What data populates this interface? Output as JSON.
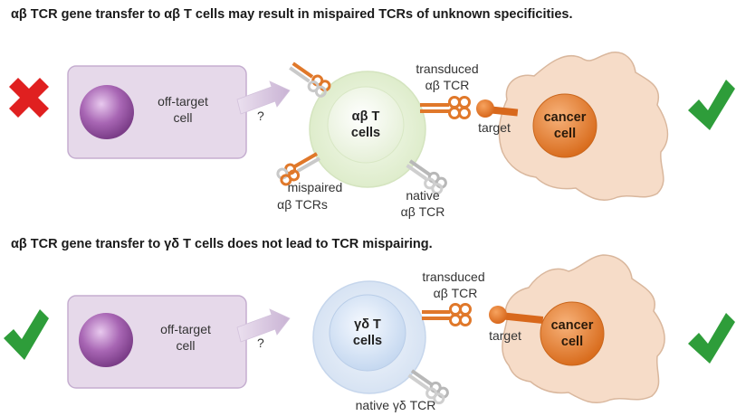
{
  "panel_top": {
    "title": "αβ TCR gene transfer to αβ T cells may result in mispaired TCRs of unknown specificities.",
    "status_icon": "red-x-icon",
    "off_target_line1": "off-target",
    "off_target_line2": "cell",
    "question": "?",
    "t_cell_line1": "αβ T",
    "t_cell_line2": "cells",
    "transduced_line1": "transduced",
    "transduced_line2": "αβ TCR",
    "target": "target",
    "cancer_line1": "cancer",
    "cancer_line2": "cell",
    "mispaired_line1": "mispaired",
    "mispaired_line2": "αβ TCRs",
    "native_line1": "native",
    "native_line2": "αβ TCR",
    "right_icon": "green-check-icon"
  },
  "panel_bottom": {
    "title": "αβ TCR gene transfer to γδ T cells does not lead to TCR mispairing.",
    "status_icon": "green-check-icon",
    "off_target_line1": "off-target",
    "off_target_line2": "cell",
    "question": "?",
    "t_cell_line1": "γδ T",
    "t_cell_line2": "cells",
    "transduced_line1": "transduced",
    "transduced_line2": "αβ TCR",
    "target": "target",
    "cancer_line1": "cancer",
    "cancer_line2": "cell",
    "native": "native γδ TCR",
    "right_icon": "green-check-icon"
  },
  "colors": {
    "off_target_box": "#e6d9ea",
    "off_target_border": "#c5aed0",
    "nucleus": "#9c5aa8",
    "ab_t_cell": "#e9f3dc",
    "gd_t_cell": "#dde8f6",
    "tcr_orange": "#e0782a",
    "tcr_gray": "#b8b8b8",
    "cancer_body": "#f6dcc8",
    "cancer_nucleus": "#e07d2b",
    "red_x": "#e02020",
    "green_check": "#2e9d3a"
  }
}
